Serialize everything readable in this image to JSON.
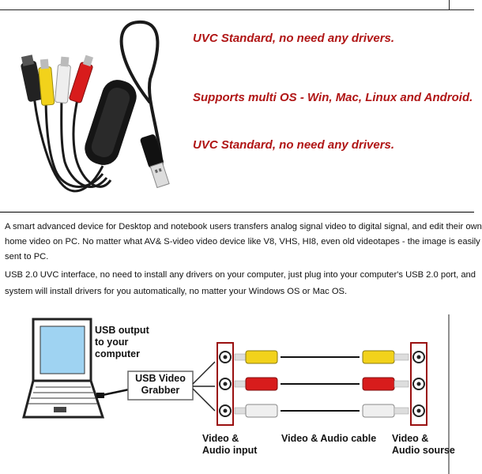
{
  "features": [
    "UVC Standard, no need any drivers.",
    "Supports multi OS - Win, Mac, Linux and Android.",
    "UVC Standard, no need any drivers."
  ],
  "description": {
    "line1": "A smart advanced device for Desktop and notebook users transfers analog signal video to digital signal, and edit their own",
    "line2": "home video on PC. No matter what AV& S-video video device like V8, VHS, HI8, even old videotapes - the image is easily",
    "line3": "sent to PC.",
    "line4": "USB 2.0 UVC interface, no need to install any drivers on your computer, just plug into your computer's USB 2.0 port, and",
    "line5": "system will install drivers for you automatically, no matter your Windows OS or Mac OS."
  },
  "diagram": {
    "usb_output": [
      "USB output",
      "to your",
      "computer"
    ],
    "grabber": [
      "USB Video",
      "Grabber"
    ],
    "video_input": [
      "Video &",
      "Audio input"
    ],
    "cable": "Video & Audio cable",
    "video_source": [
      "Video &",
      "Audio sourse"
    ]
  },
  "colors": {
    "feature_text": "#b01515",
    "rca_yellow": "#f2d21b",
    "rca_red": "#d81c1c",
    "rca_white": "#e8e8e8",
    "border_red": "#9a1010"
  }
}
